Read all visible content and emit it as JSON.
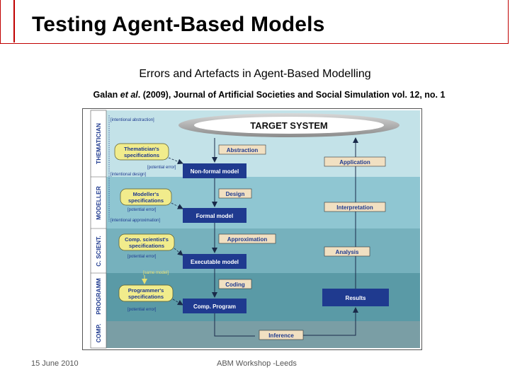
{
  "slide": {
    "title": "Testing Agent-Based Models",
    "subtitle": "Errors and Artefacts in Agent-Based Modelling",
    "citation_pre": "Galan ",
    "citation_em": "et al",
    "citation_post": ". (2009), Journal of Artificial Societies and Social Simulation vol. 12, no. 1",
    "footer_date": "15 June 2010",
    "footer_event": "ABM Workshop -Leeds"
  },
  "diagram": {
    "target": "TARGET SYSTEM",
    "roles": {
      "thematician": "THEMATICIAN",
      "modeller": "MODELLER",
      "scient": "C. SCIENT.",
      "programm": "PROGRAMM",
      "comp": "COMP."
    },
    "tags": {
      "intentional_abstraction": "[intentional abstraction]",
      "potential_error_1": "[potential error]",
      "intentional_design": "[intentional design]",
      "potential_error_2": "[potential error]",
      "intentional_approximation": "[intentional approximation]",
      "potential_error_3": "[potential error]",
      "same_model": "[same model]",
      "potential_error_4": "[potential error]"
    },
    "specs": {
      "thematician_1": "Thematician's",
      "thematician_2": "specifications",
      "modeller_1": "Modeller's",
      "modeller_2": "specifications",
      "scientist_1": "Comp. scientist's",
      "scientist_2": "specifications",
      "programmer_1": "Programmer's",
      "programmer_2": "specifications"
    },
    "models": {
      "nonformal": "Non-formal model",
      "formal": "Formal model",
      "executable": "Executable model",
      "program": "Comp. Program",
      "results": "Results"
    },
    "processes": {
      "abstraction": "Abstraction",
      "design": "Design",
      "approximation": "Approximation",
      "coding": "Coding",
      "inference": "Inference",
      "application": "Application",
      "interpretation": "Interpretation",
      "analysis": "Analysis"
    },
    "colors": {
      "band1": "#c3e2e8",
      "band2": "#8fc6d2",
      "band3": "#76b1bd",
      "band4": "#5a9aa6",
      "band5": "#7a9ea5",
      "model_box": "#1f3a8f",
      "process_box": "#f1e0c2",
      "spec_box": "#f1ec8c",
      "tag_text": "#1f3a8f"
    }
  }
}
